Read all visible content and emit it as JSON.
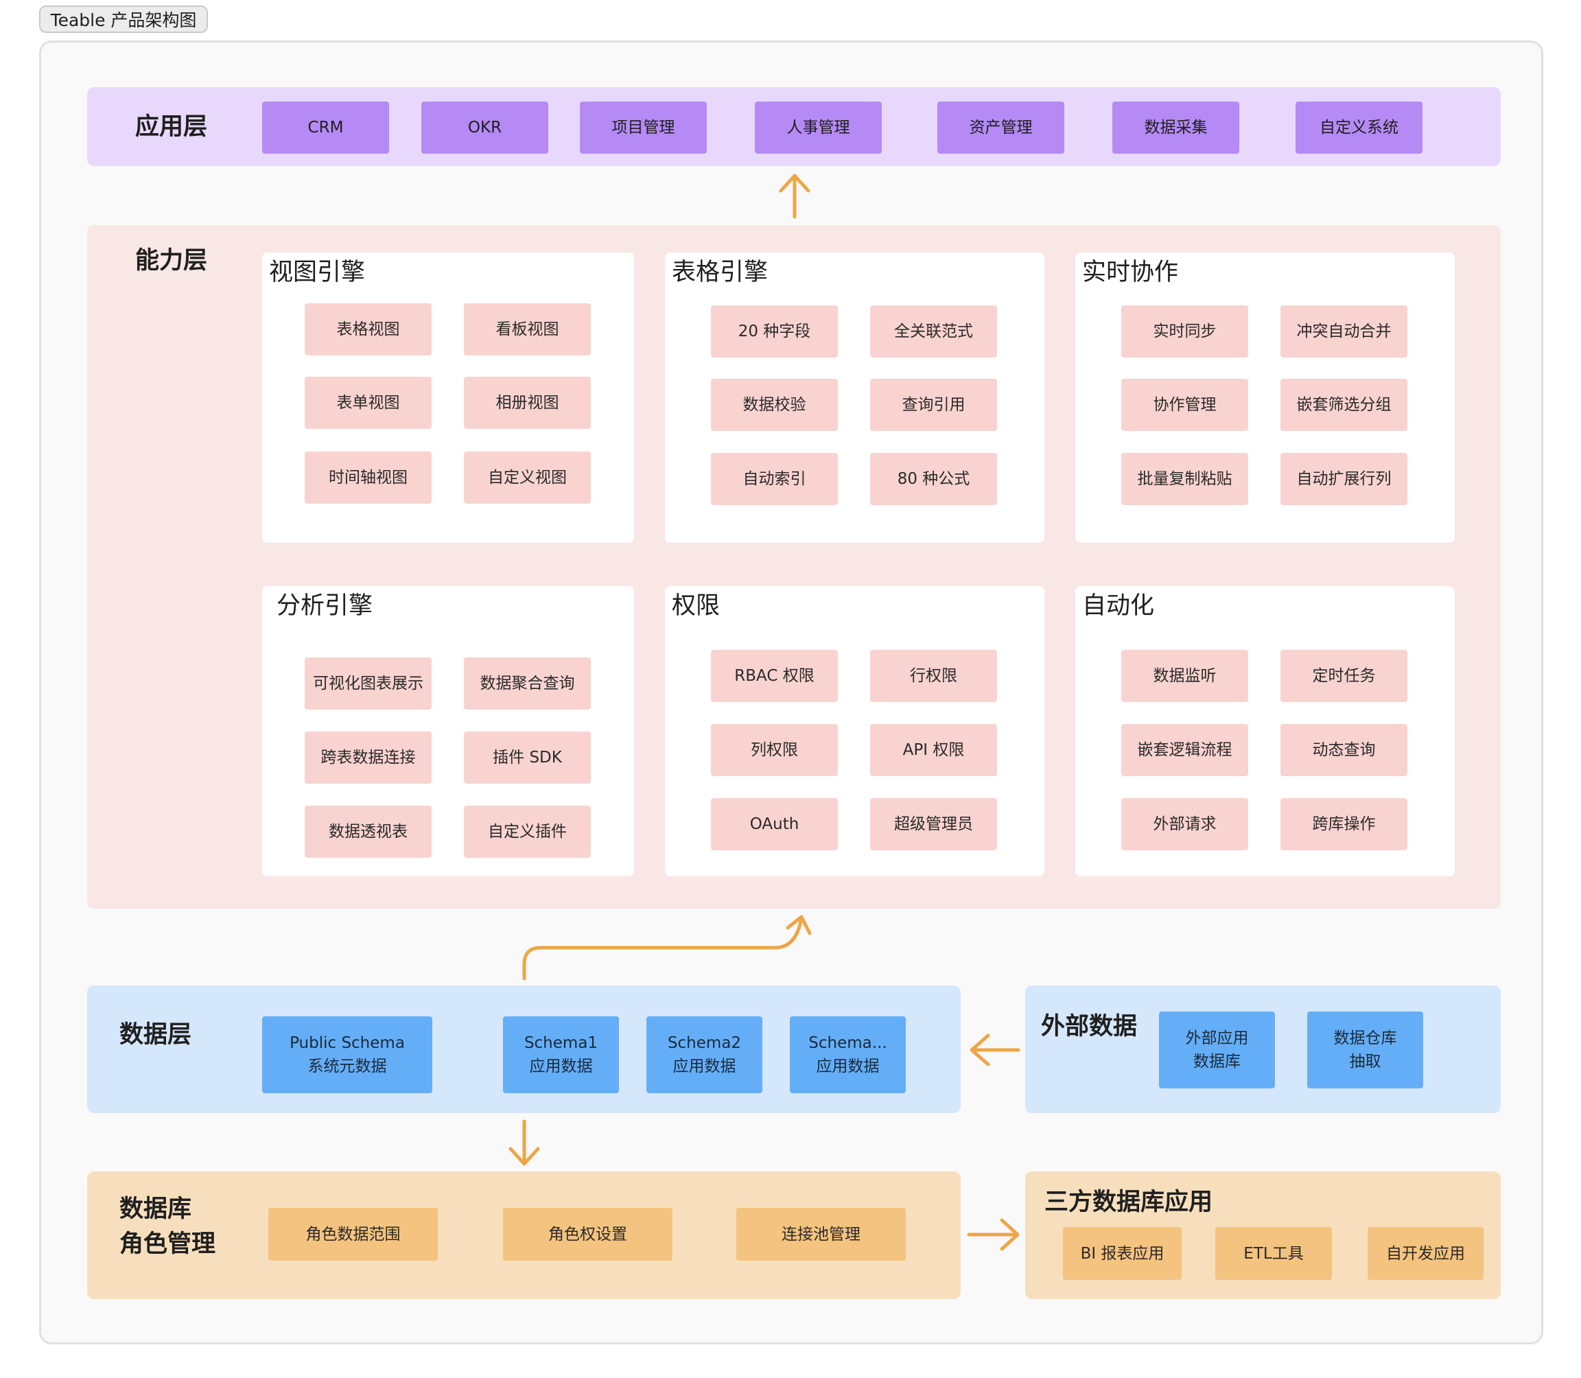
{
  "tag": "Teable 产品架构图",
  "layers": {
    "app": "应用层",
    "capability": "能力层",
    "data": "数据层",
    "external": "外部数据",
    "db_roles": "数据库\n角色管理",
    "third_party": "三方数据库应用"
  },
  "app_items": [
    "CRM",
    "OKR",
    "项目管理",
    "人事管理",
    "资产管理",
    "数据采集",
    "自定义系统"
  ],
  "panels": [
    {
      "title": "视图引擎",
      "items": [
        "表格视图",
        "看板视图",
        "表单视图",
        "相册视图",
        "时间轴视图",
        "自定义视图"
      ]
    },
    {
      "title": "表格引擎",
      "items": [
        "20 种字段",
        "全关联范式",
        "数据校验",
        "查询引用",
        "自动索引",
        "80 种公式"
      ]
    },
    {
      "title": "实时协作",
      "items": [
        "实时同步",
        "冲突自动合并",
        "协作管理",
        "嵌套筛选分组",
        "批量复制粘贴",
        "自动扩展行列"
      ]
    },
    {
      "title": "分析引擎",
      "items": [
        "可视化图表展示",
        "数据聚合查询",
        "跨表数据连接",
        "插件 SDK",
        "数据透视表",
        "自定义插件"
      ]
    },
    {
      "title": "权限",
      "items": [
        "RBAC 权限",
        "行权限",
        "列权限",
        "API 权限",
        "OAuth",
        "超级管理员"
      ]
    },
    {
      "title": "自动化",
      "items": [
        "数据监听",
        "定时任务",
        "嵌套逻辑流程",
        "动态查询",
        "外部请求",
        "跨库操作"
      ]
    }
  ],
  "data_items": [
    "Public Schema\n系统元数据",
    "Schema1\n应用数据",
    "Schema2\n应用数据",
    "Schema...\n应用数据"
  ],
  "external_items": [
    "外部应用\n数据库",
    "数据仓库\n抽取"
  ],
  "role_items": [
    "角色数据范围",
    "角色权设置",
    "连接池管理"
  ],
  "third_items": [
    "BI 报表应用",
    "ETL工具",
    "自开发应用"
  ],
  "colors": {
    "arrow": "#eda546",
    "purple_box": "#b58af5",
    "pink_box": "#f8d3d0",
    "blue_box": "#64aef7",
    "orange_box": "#f4c37f"
  }
}
